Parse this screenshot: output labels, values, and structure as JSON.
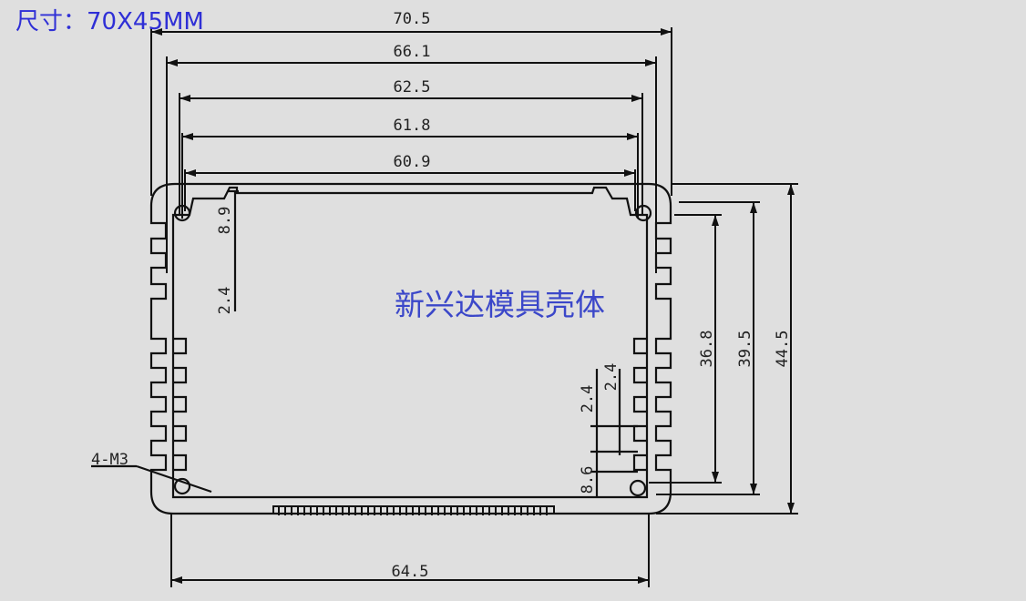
{
  "header": {
    "size_label": "尺寸：70X45MM"
  },
  "watermark": {
    "text": "新兴达模具壳体"
  },
  "colors": {
    "background": "#dfdfdf",
    "line": "#111111",
    "title": "#2f2fd6",
    "watermark": "#3b47c9"
  },
  "dimensions": {
    "top_widths": [
      "70.5",
      "66.1",
      "62.5",
      "61.8",
      "60.9"
    ],
    "bottom_width": "64.5",
    "right_heights": [
      "36.8",
      "39.5",
      "44.5"
    ],
    "left_small": [
      "8.9",
      "2.4"
    ],
    "right_small": [
      "2.4",
      "2.4",
      "8.6"
    ],
    "hole_callout": "4-M3"
  }
}
